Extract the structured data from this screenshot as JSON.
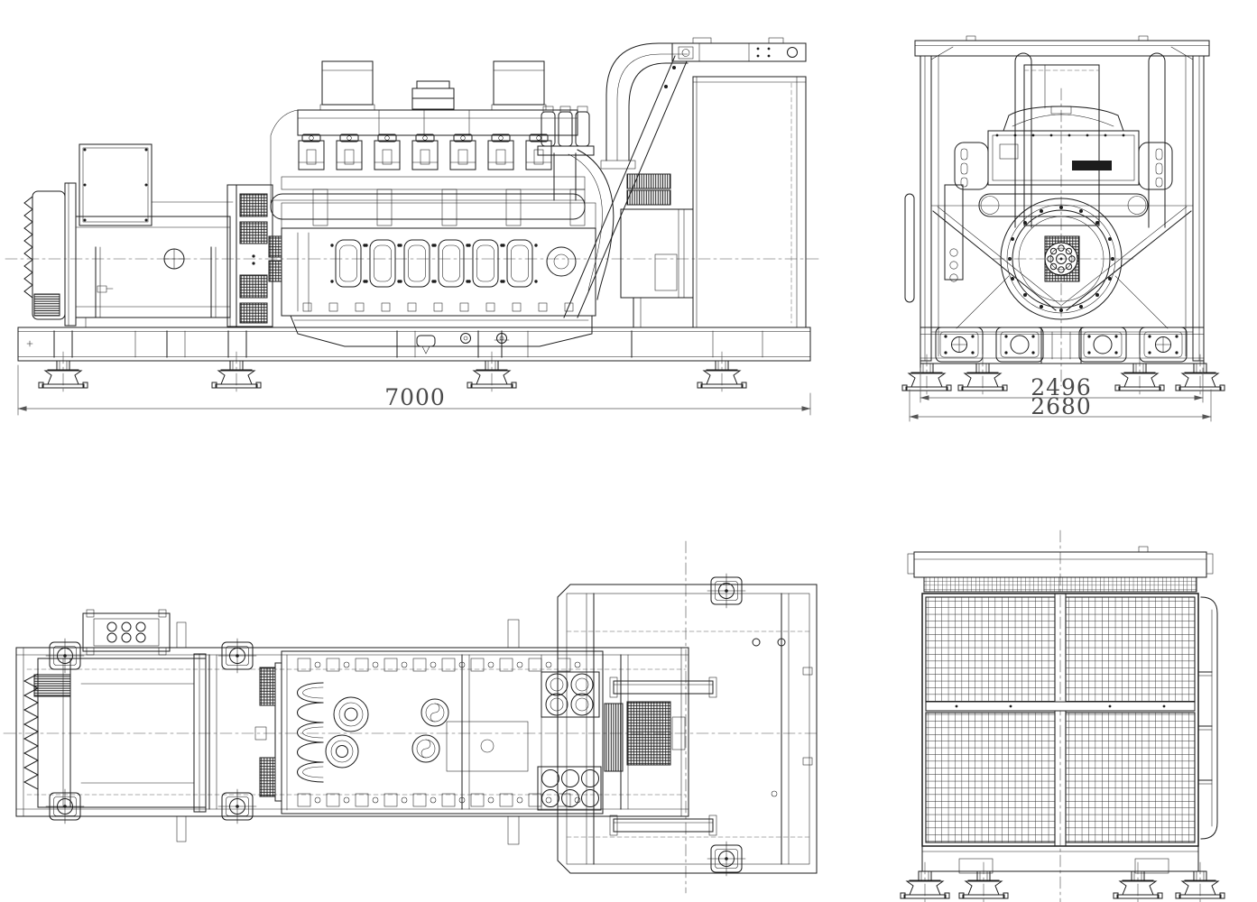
{
  "palette": {
    "background": "#ffffff",
    "line": "#1c1c1c",
    "dimension_text": "#4a4a4a"
  },
  "views": {
    "side": {
      "overall_length": "7000"
    },
    "front": {
      "mount_width": "2496",
      "overall_width": "2680"
    },
    "plan": {},
    "rear": {}
  }
}
